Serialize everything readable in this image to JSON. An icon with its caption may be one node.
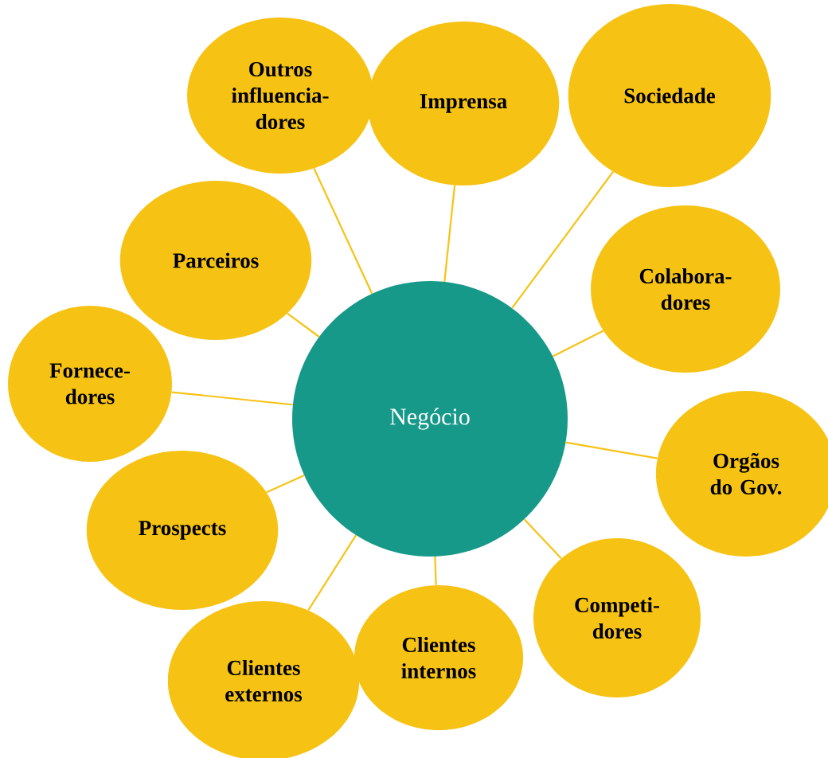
{
  "diagram": {
    "nodes": [
      {
        "text": [
          "Negócio"
        ]
      },
      {
        "text": [
          "Outros influencia-dores"
        ]
      },
      {
        "text": [
          "Imprensa"
        ]
      },
      {
        "text": [
          "Sociedade"
        ]
      },
      {
        "text": [
          "Parceiros"
        ]
      },
      {
        "text": [
          "Colabora-dores"
        ]
      },
      {
        "text": [
          "Fornece-dores"
        ]
      },
      {
        "text": [
          "Orgãos do Gov."
        ]
      },
      {
        "text": [
          "Prospects"
        ]
      },
      {
        "text": [
          "Competi-dores"
        ]
      },
      {
        "text": [
          "Clientes externos"
        ]
      },
      {
        "text": [
          "Clientes internos"
        ]
      }
    ],
    "edges": [
      {
        "from": 0,
        "to": 1,
        "arrow": "none"
      },
      {
        "from": 0,
        "to": 2,
        "arrow": "none"
      },
      {
        "from": 0,
        "to": 3,
        "arrow": "none"
      },
      {
        "from": 0,
        "to": 4,
        "arrow": "none"
      },
      {
        "from": 0,
        "to": 5,
        "arrow": "none"
      },
      {
        "from": 0,
        "to": 6,
        "arrow": "none"
      },
      {
        "from": 0,
        "to": 7,
        "arrow": "none"
      },
      {
        "from": 0,
        "to": 8,
        "arrow": "none"
      },
      {
        "from": 0,
        "to": 9,
        "arrow": "none"
      },
      {
        "from": 0,
        "to": 10,
        "arrow": "none"
      },
      {
        "from": 0,
        "to": 11,
        "arrow": "none"
      }
    ]
  }
}
